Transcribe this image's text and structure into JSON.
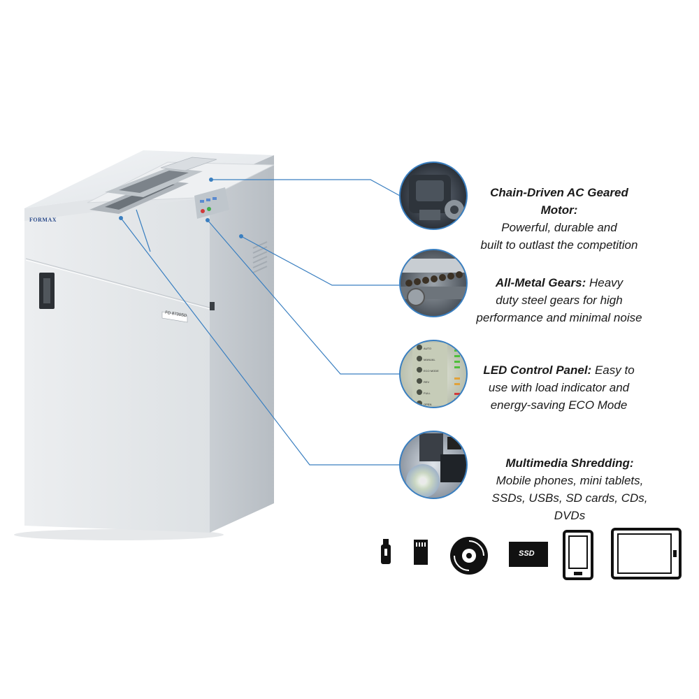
{
  "brand": "FORMAX",
  "model": "FD 8730SD",
  "accent_color": "#3a7fc0",
  "features": [
    {
      "title": "Chain-Driven AC Geared Motor:",
      "lines": [
        "Powerful, durable and",
        "built to outlast the competition"
      ],
      "icon": "motor-photo-icon"
    },
    {
      "title": "All-Metal Gears:",
      "lines": [
        "Heavy",
        "duty steel gears for high",
        "performance and minimal noise"
      ],
      "icon": "gears-photo-icon"
    },
    {
      "title": "LED Control Panel:",
      "lines": [
        "Easy to",
        "use with load indicator and",
        "energy-saving ECO Mode"
      ],
      "icon": "control-panel-photo-icon",
      "panel_buttons": [
        "AUTO",
        "MANUAL",
        "ECO MODE",
        "REV",
        "FULL",
        "OPEN"
      ]
    },
    {
      "title": "Multimedia Shredding:",
      "lines": [
        "Mobile phones, mini tablets,",
        "SSDs, USBs, SD cards, CDs, DVDs"
      ],
      "icon": "multimedia-photo-icon"
    }
  ],
  "media_icons": [
    {
      "name": "usb-drive-icon"
    },
    {
      "name": "sd-card-icon"
    },
    {
      "name": "cd-dvd-icon"
    },
    {
      "name": "ssd-icon",
      "label": "SSD"
    },
    {
      "name": "mobile-phone-icon"
    },
    {
      "name": "tablet-icon"
    }
  ]
}
